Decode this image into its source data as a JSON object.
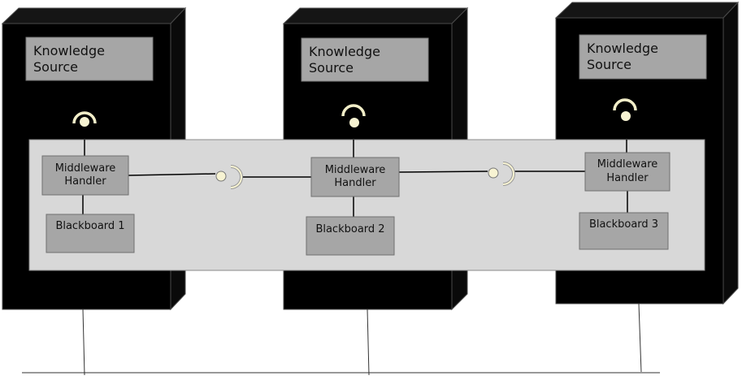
{
  "diagram": {
    "colors": {
      "node_fill": "#000000",
      "node_top": "#151515",
      "node_side": "#0a0a0a",
      "bus_fill": "#d8d8d8",
      "box_fill": "#a6a6a6",
      "socket_fill": "#f7f3d2"
    },
    "nodes": [
      {
        "knowledge_source": "Knowledge\nSource",
        "middleware": "Middleware\nHandler",
        "blackboard": "Blackboard 1"
      },
      {
        "knowledge_source": "Knowledge\nSource",
        "middleware": "Middleware\nHandler",
        "blackboard": "Blackboard 2"
      },
      {
        "knowledge_source": "Knowledge\nSource",
        "middleware": "Middleware\nHandler",
        "blackboard": "Blackboard 3"
      }
    ]
  }
}
